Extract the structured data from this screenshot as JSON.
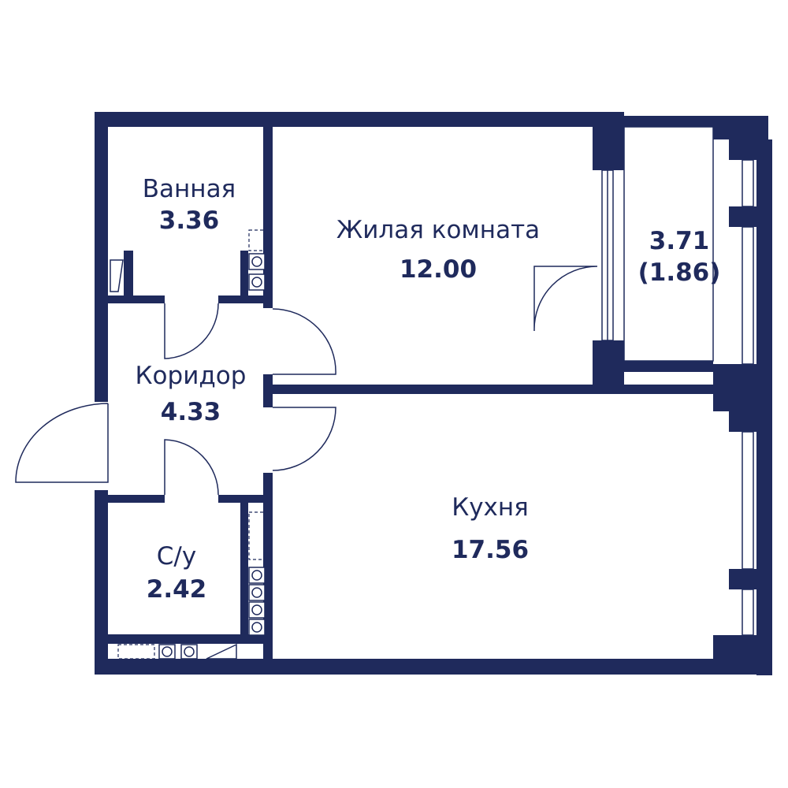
{
  "rooms": {
    "bathroom": {
      "name": "Ванная",
      "area": "3.36"
    },
    "living": {
      "name": "Жилая комната",
      "area": "12.00"
    },
    "balcony": {
      "area": "3.71",
      "area_reduced": "(1.86)"
    },
    "corridor": {
      "name": "Коридор",
      "area": "4.33"
    },
    "wc": {
      "name": "С/у",
      "area": "2.42"
    },
    "kitchen": {
      "name": "Кухня",
      "area": "17.56"
    }
  },
  "colors": {
    "wall": "#1f2a5c",
    "background": "#ffffff"
  }
}
